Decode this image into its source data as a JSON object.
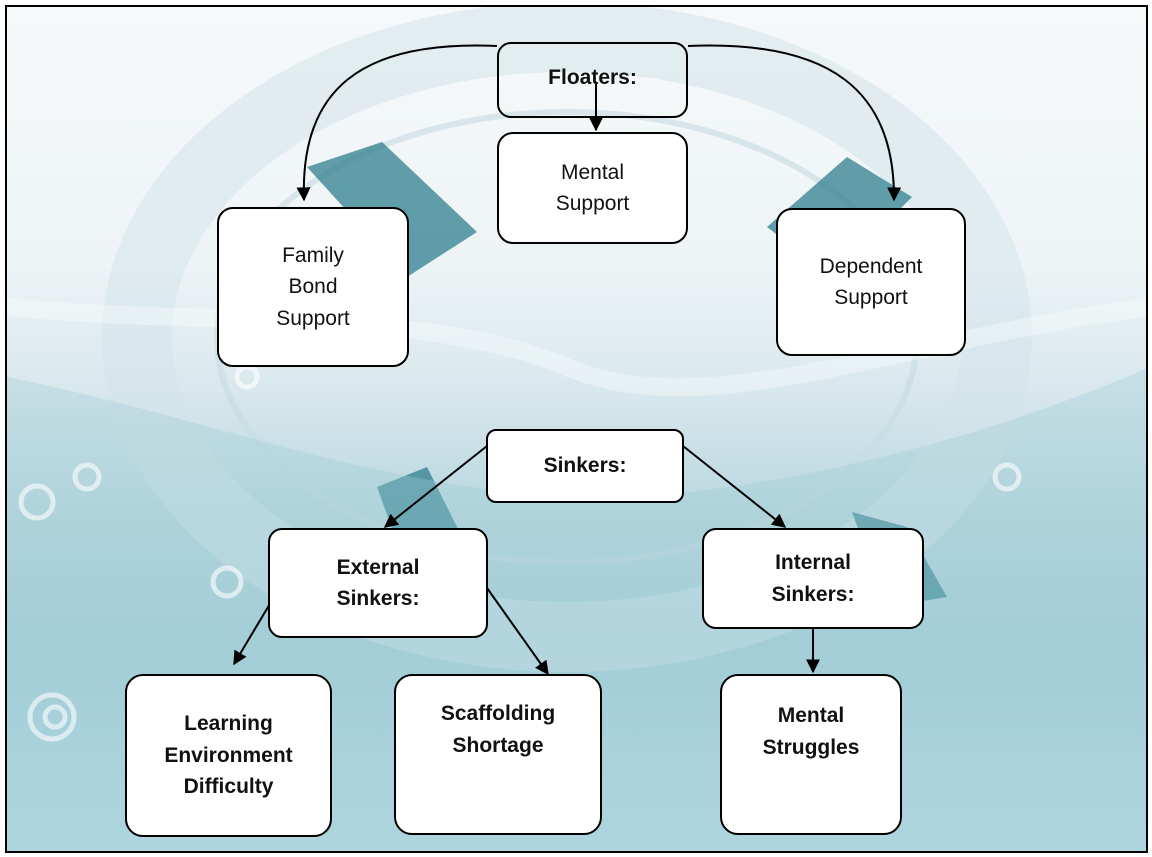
{
  "diagram": {
    "floaters": {
      "title": "Floaters:",
      "children": [
        "Mental\nSupport",
        "Family\nBond\nSupport",
        "Dependent\nSupport"
      ]
    },
    "sinkers": {
      "title": "Sinkers:",
      "external": {
        "title": "External\nSinkers:",
        "children": [
          "Learning\nEnvironment\nDifficulty",
          "Scaffolding\nShortage"
        ]
      },
      "internal": {
        "title": "Internal\nSinkers:",
        "children": [
          "Mental\nStruggles"
        ]
      }
    }
  },
  "colors": {
    "background_top": "#f6f9fa",
    "background_bottom": "#a6cfd9",
    "lifebuoy_stripe": "#2f7f8f",
    "box_fill": "#ffffff",
    "box_border": "#000000"
  }
}
